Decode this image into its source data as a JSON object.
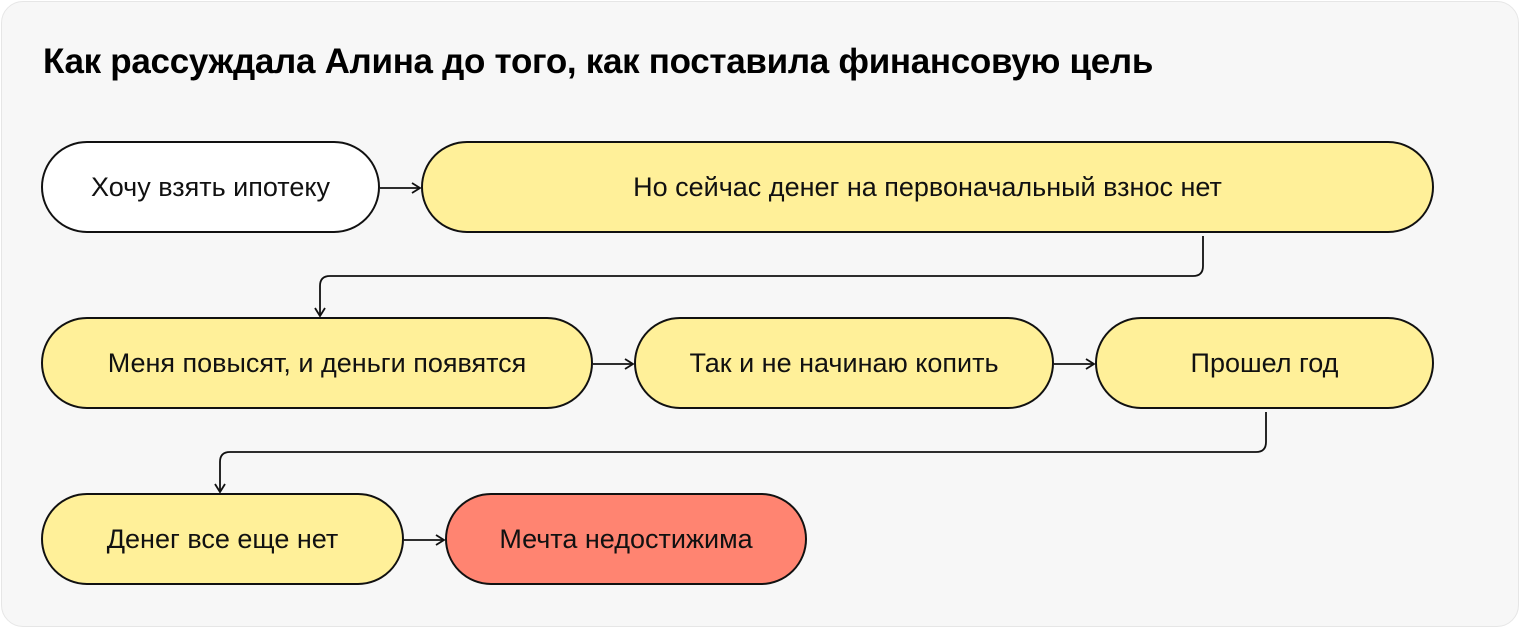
{
  "title": "Как рассуждала Алина до того, как поставила финансовую цель",
  "nodes": [
    {
      "label": "Хочу взять ипотеку",
      "color": "#ffffff"
    },
    {
      "label": "Но сейчас денег на первоначальный взнос нет",
      "color": "#fff099"
    },
    {
      "label": "Меня повысят, и деньги появятся",
      "color": "#fff099"
    },
    {
      "label": "Так и не начинаю копить",
      "color": "#fff099"
    },
    {
      "label": "Прошел год",
      "color": "#fff099"
    },
    {
      "label": "Денег все еще нет",
      "color": "#fff099"
    },
    {
      "label": "Мечта недостижима",
      "color": "#ff8471"
    }
  ]
}
